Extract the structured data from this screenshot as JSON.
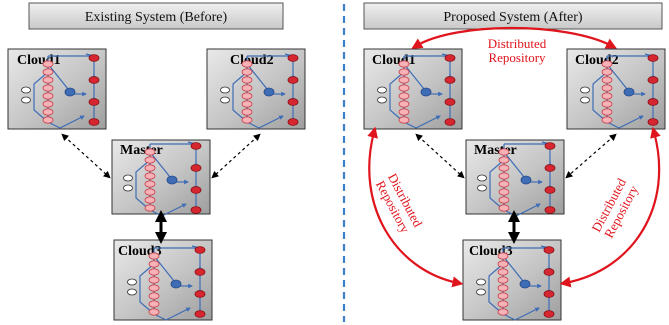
{
  "panels": {
    "before_title": "Existing System (Before)",
    "after_title": "Proposed System (After)"
  },
  "nodes": {
    "cloud1": "Cloud1",
    "cloud2": "Cloud2",
    "master": "Master",
    "cloud3": "Cloud3"
  },
  "annotations": {
    "repo_top_line1": "Distributed",
    "repo_top_line2": "Repository",
    "repo_left_line1": "Distributed",
    "repo_left_line2": "Repository",
    "repo_right_line1": "Distributed",
    "repo_right_line2": "Repository"
  },
  "colors": {
    "accent_red": "#e0141c",
    "divider_blue": "#3f7fc9",
    "node_fill": "#bdbdbd",
    "panel_fill": "#d8d8d8"
  }
}
